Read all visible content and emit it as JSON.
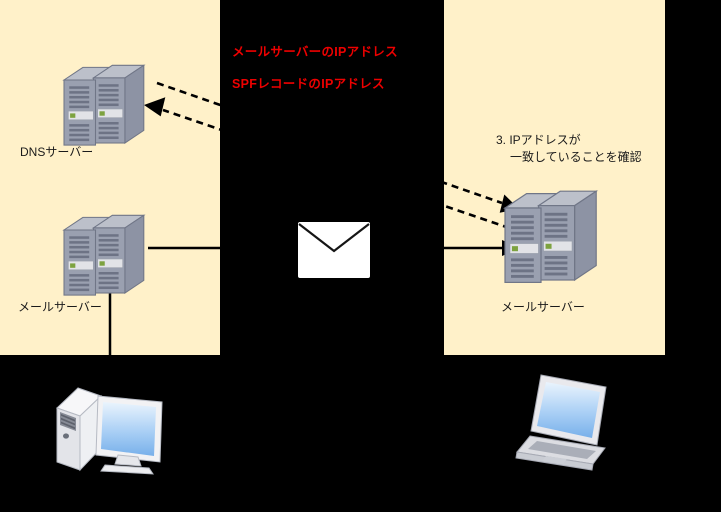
{
  "diagram_title_hidden": "",
  "labels": {
    "dns_server": "DNSサーバー",
    "mail_server_left": "メールサーバー",
    "mail_server_right": "メールサーバー"
  },
  "annotations": {
    "red_note_line1": "メールサーバーのIPアドレス",
    "red_note_line2": "SPFレコードのIPアドレス",
    "step_note_line1": "3. IPアドレスが",
    "step_note_line2": "一致していることを確認"
  },
  "icons": {
    "dns_server": "server-icon",
    "mail_server_left": "server-icon",
    "mail_server_right": "server-icon",
    "envelope": "envelope-icon",
    "client_desktop": "desktop-pc-icon",
    "client_laptop": "laptop-icon"
  },
  "colors": {
    "background": "#000000",
    "panel": "#FFF1C9",
    "note_red": "#EE0000",
    "label_text": "#1A1A1A",
    "connector": "#000000",
    "server_front": "#9AA0B0",
    "server_side": "#8D93A4",
    "server_top": "#BCC0CA",
    "screen_blue": "#78B0EA"
  }
}
